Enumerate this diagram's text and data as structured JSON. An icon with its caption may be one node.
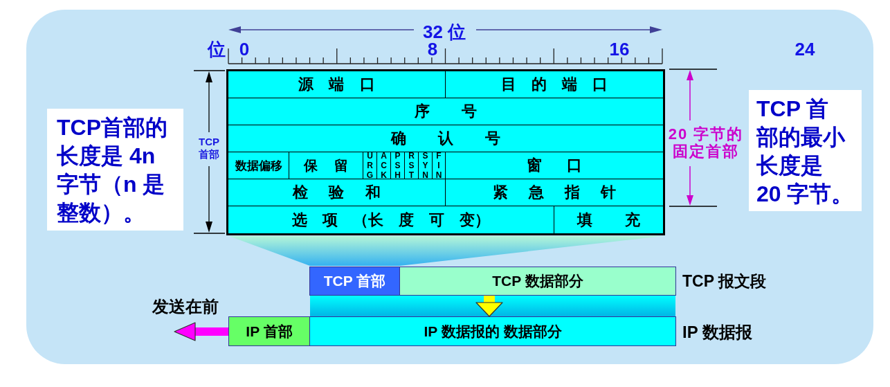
{
  "diagram": {
    "nodes": [
      {
        "text": [
          "源 端 口"
        ]
      },
      {
        "text": [
          "目 的 端 口"
        ]
      },
      {
        "text": [
          "序 号"
        ]
      },
      {
        "text": [
          "确 认 号"
        ]
      },
      {
        "text": [
          "数据偏移"
        ]
      },
      {
        "text": [
          "保 留"
        ]
      },
      {
        "text": [
          "URG"
        ]
      },
      {
        "text": [
          "ACK"
        ]
      },
      {
        "text": [
          "PSH"
        ]
      },
      {
        "text": [
          "RST"
        ]
      },
      {
        "text": [
          "SYN"
        ]
      },
      {
        "text": [
          "FIN"
        ]
      },
      {
        "text": [
          "窗 口"
        ]
      },
      {
        "text": [
          "检 验 和"
        ]
      },
      {
        "text": [
          "紧 急 指 针"
        ]
      },
      {
        "text": [
          "选 项 （长 度 可 变）"
        ]
      },
      {
        "text": [
          "填 充"
        ]
      },
      {
        "text": [
          "TCP首部的长度是 4n 字节（n 是整数）。"
        ]
      },
      {
        "text": [
          "TCP 首部的最小长度是 20 字节。"
        ]
      },
      {
        "text": [],
        "shape": "trapezoid"
      },
      {
        "text": [
          "TCP 首部"
        ]
      },
      {
        "text": [
          "TCP 数据部分"
        ]
      },
      {
        "text": [
          "IP 首部"
        ]
      },
      {
        "text": [
          "IP 数据报的 数据部分"
        ]
      }
    ],
    "edges": [
      {
        "from": 21,
        "to": 23,
        "arrow": "to",
        "color": "#ffff00"
      },
      {
        "from": 22,
        "to": null,
        "arrow": "to",
        "color": "#ff00ff"
      }
    ],
    "labels": [
      "32 位",
      "位",
      "0",
      "8",
      "16",
      "24",
      "TCP 首部",
      "20 字节的固定首部",
      "TCP 报文段",
      "发送在前",
      "IP 数据报"
    ]
  }
}
